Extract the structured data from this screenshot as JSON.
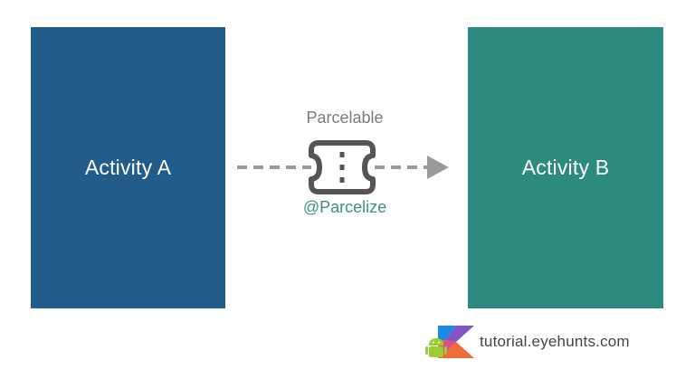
{
  "activity_a": {
    "label": "Activity A",
    "color": "#225c8b"
  },
  "activity_b": {
    "label": "Activity B",
    "color": "#2d8a7e"
  },
  "transfer": {
    "top_label": "Parcelable",
    "bottom_label": "@Parcelize",
    "icon": "ticket-icon",
    "arrow_color": "#9a9a9a"
  },
  "footer": {
    "logo_icon": "kotlin-android-logo",
    "text": "tutorial.eyehunts.com"
  }
}
